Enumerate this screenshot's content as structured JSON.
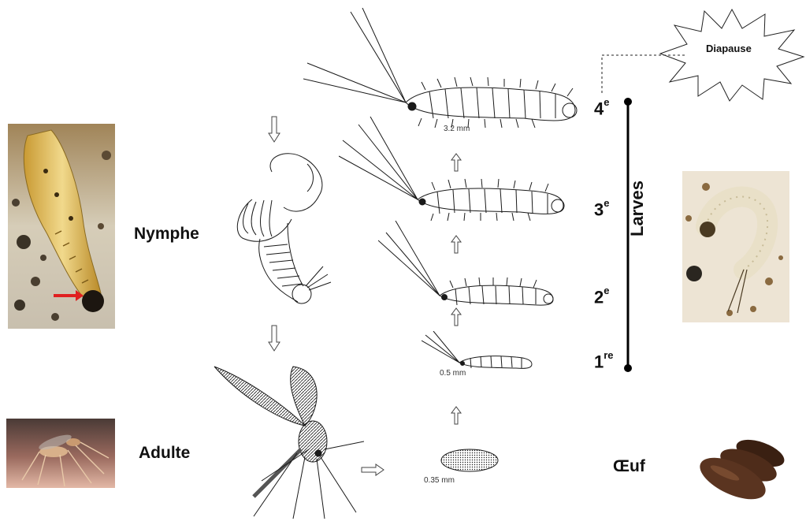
{
  "labels": {
    "nymphe": "Nymphe",
    "adulte": "Adulte",
    "oeuf": "Œuf",
    "larves": "Larves",
    "diapause": "Diapause"
  },
  "stages": [
    {
      "num": "4",
      "sup": "e"
    },
    {
      "num": "3",
      "sup": "e"
    },
    {
      "num": "2",
      "sup": "e"
    },
    {
      "num": "1",
      "sup": "re"
    }
  ],
  "measures": {
    "l4": "3.2 mm",
    "l1": "0.5 mm",
    "egg": "0.35 mm"
  },
  "colors": {
    "ink": "#1a1a1a",
    "line": "#000000",
    "arrow_head": "#e02020",
    "egg_brown": "#4a2a18",
    "pupa_yellow": "#d9b860",
    "larva_cream": "#ece7d6"
  }
}
